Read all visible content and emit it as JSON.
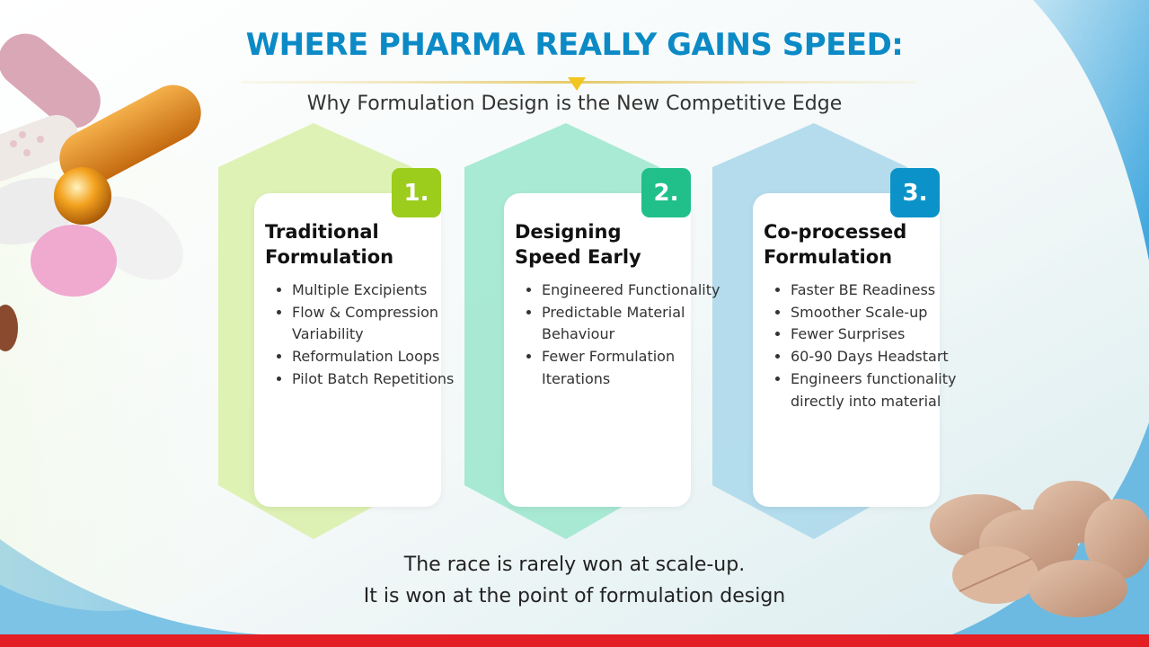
{
  "header": {
    "title": "WHERE PHARMA REALLY GAINS SPEED:",
    "subtitle": "Why Formulation Design is the New Competitive Edge"
  },
  "cards": [
    {
      "number": "1.",
      "title_line1": "Traditional",
      "title_line2": "Formulation",
      "items": [
        "Multiple Excipients",
        "Flow & Compression Variability",
        "Reformulation Loops",
        "Pilot Batch Repetitions"
      ],
      "badge_color": "#9ccc1c",
      "hex_color": "#d9f0a8"
    },
    {
      "number": "2.",
      "title_line1": "Designing",
      "title_line2": "Speed Early",
      "items": [
        "Engineered Functionality",
        "Predictable Material Behaviour",
        "Fewer Formulation Iterations"
      ],
      "badge_color": "#21c08a",
      "hex_color": "#9be6cc"
    },
    {
      "number": "3.",
      "title_line1": "Co-processed",
      "title_line2": "Formulation",
      "items": [
        "Faster BE Readiness",
        "Smoother Scale-up",
        "Fewer Surprises",
        "60-90 Days Headstart",
        "Engineers functionality directly into material"
      ],
      "badge_color": "#0b93c9",
      "hex_color": "#a9d7ea"
    }
  ],
  "footer": {
    "line1": "The race is rarely won at scale-up.",
    "line2": "It is won at the point of formulation design"
  },
  "colors": {
    "title": "#0b8ac6",
    "accent_gold": "#f2c522",
    "footer_bar": "#e31e24"
  }
}
